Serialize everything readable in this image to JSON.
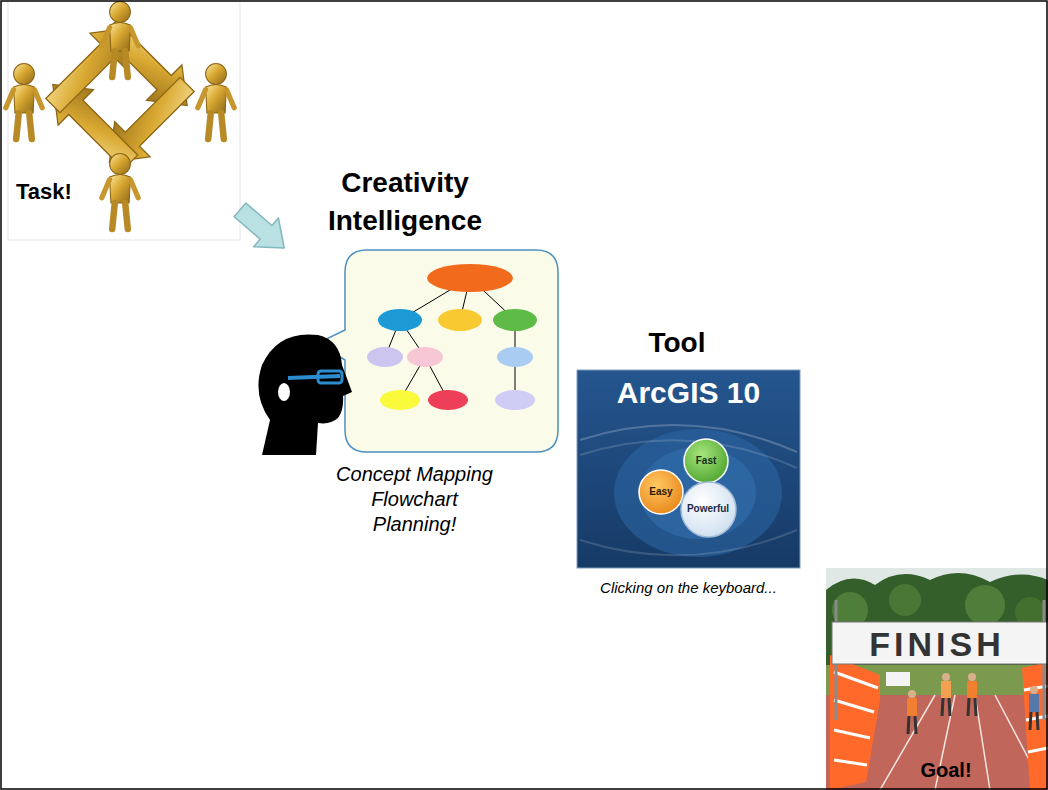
{
  "diagram": {
    "nodes": [
      {
        "text": [
          "Task!"
        ]
      },
      {
        "text": [
          "Creativity Intelligence",
          "Concept Mapping Flowchart Planning!"
        ]
      },
      {
        "text": [
          "Tool",
          "ArcGIS 10",
          "Clicking on the keyboard..."
        ]
      },
      {
        "text": [
          "Fast"
        ],
        "in": 2
      },
      {
        "text": [
          "Easy"
        ],
        "in": 2
      },
      {
        "text": [
          "Powerful"
        ],
        "in": 2
      },
      {
        "text": [
          "FINISH",
          "Goal!"
        ]
      }
    ],
    "edges": [
      {
        "from": 0,
        "to": 1,
        "arrow": "to"
      }
    ]
  }
}
